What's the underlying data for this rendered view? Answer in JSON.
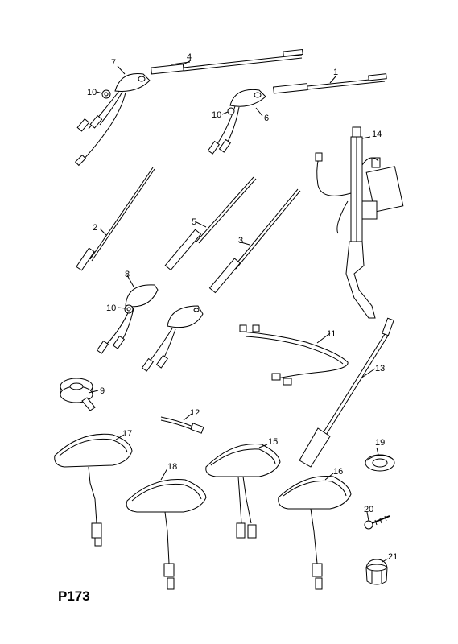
{
  "page_code": "P173",
  "callouts": [
    {
      "id": "1",
      "label": "1"
    },
    {
      "id": "2",
      "label": "2"
    },
    {
      "id": "3",
      "label": "3"
    },
    {
      "id": "4",
      "label": "4"
    },
    {
      "id": "5",
      "label": "5"
    },
    {
      "id": "6",
      "label": "6"
    },
    {
      "id": "7",
      "label": "7"
    },
    {
      "id": "8",
      "label": "8"
    },
    {
      "id": "9",
      "label": "9"
    },
    {
      "id": "10a",
      "label": "10"
    },
    {
      "id": "10b",
      "label": "10"
    },
    {
      "id": "10c",
      "label": "10"
    },
    {
      "id": "11",
      "label": "11"
    },
    {
      "id": "12",
      "label": "12"
    },
    {
      "id": "13",
      "label": "13"
    },
    {
      "id": "14",
      "label": "14"
    },
    {
      "id": "15",
      "label": "15"
    },
    {
      "id": "16",
      "label": "16"
    },
    {
      "id": "17",
      "label": "17"
    },
    {
      "id": "18",
      "label": "18"
    },
    {
      "id": "19",
      "label": "19"
    },
    {
      "id": "20",
      "label": "20"
    },
    {
      "id": "21",
      "label": "21"
    }
  ]
}
